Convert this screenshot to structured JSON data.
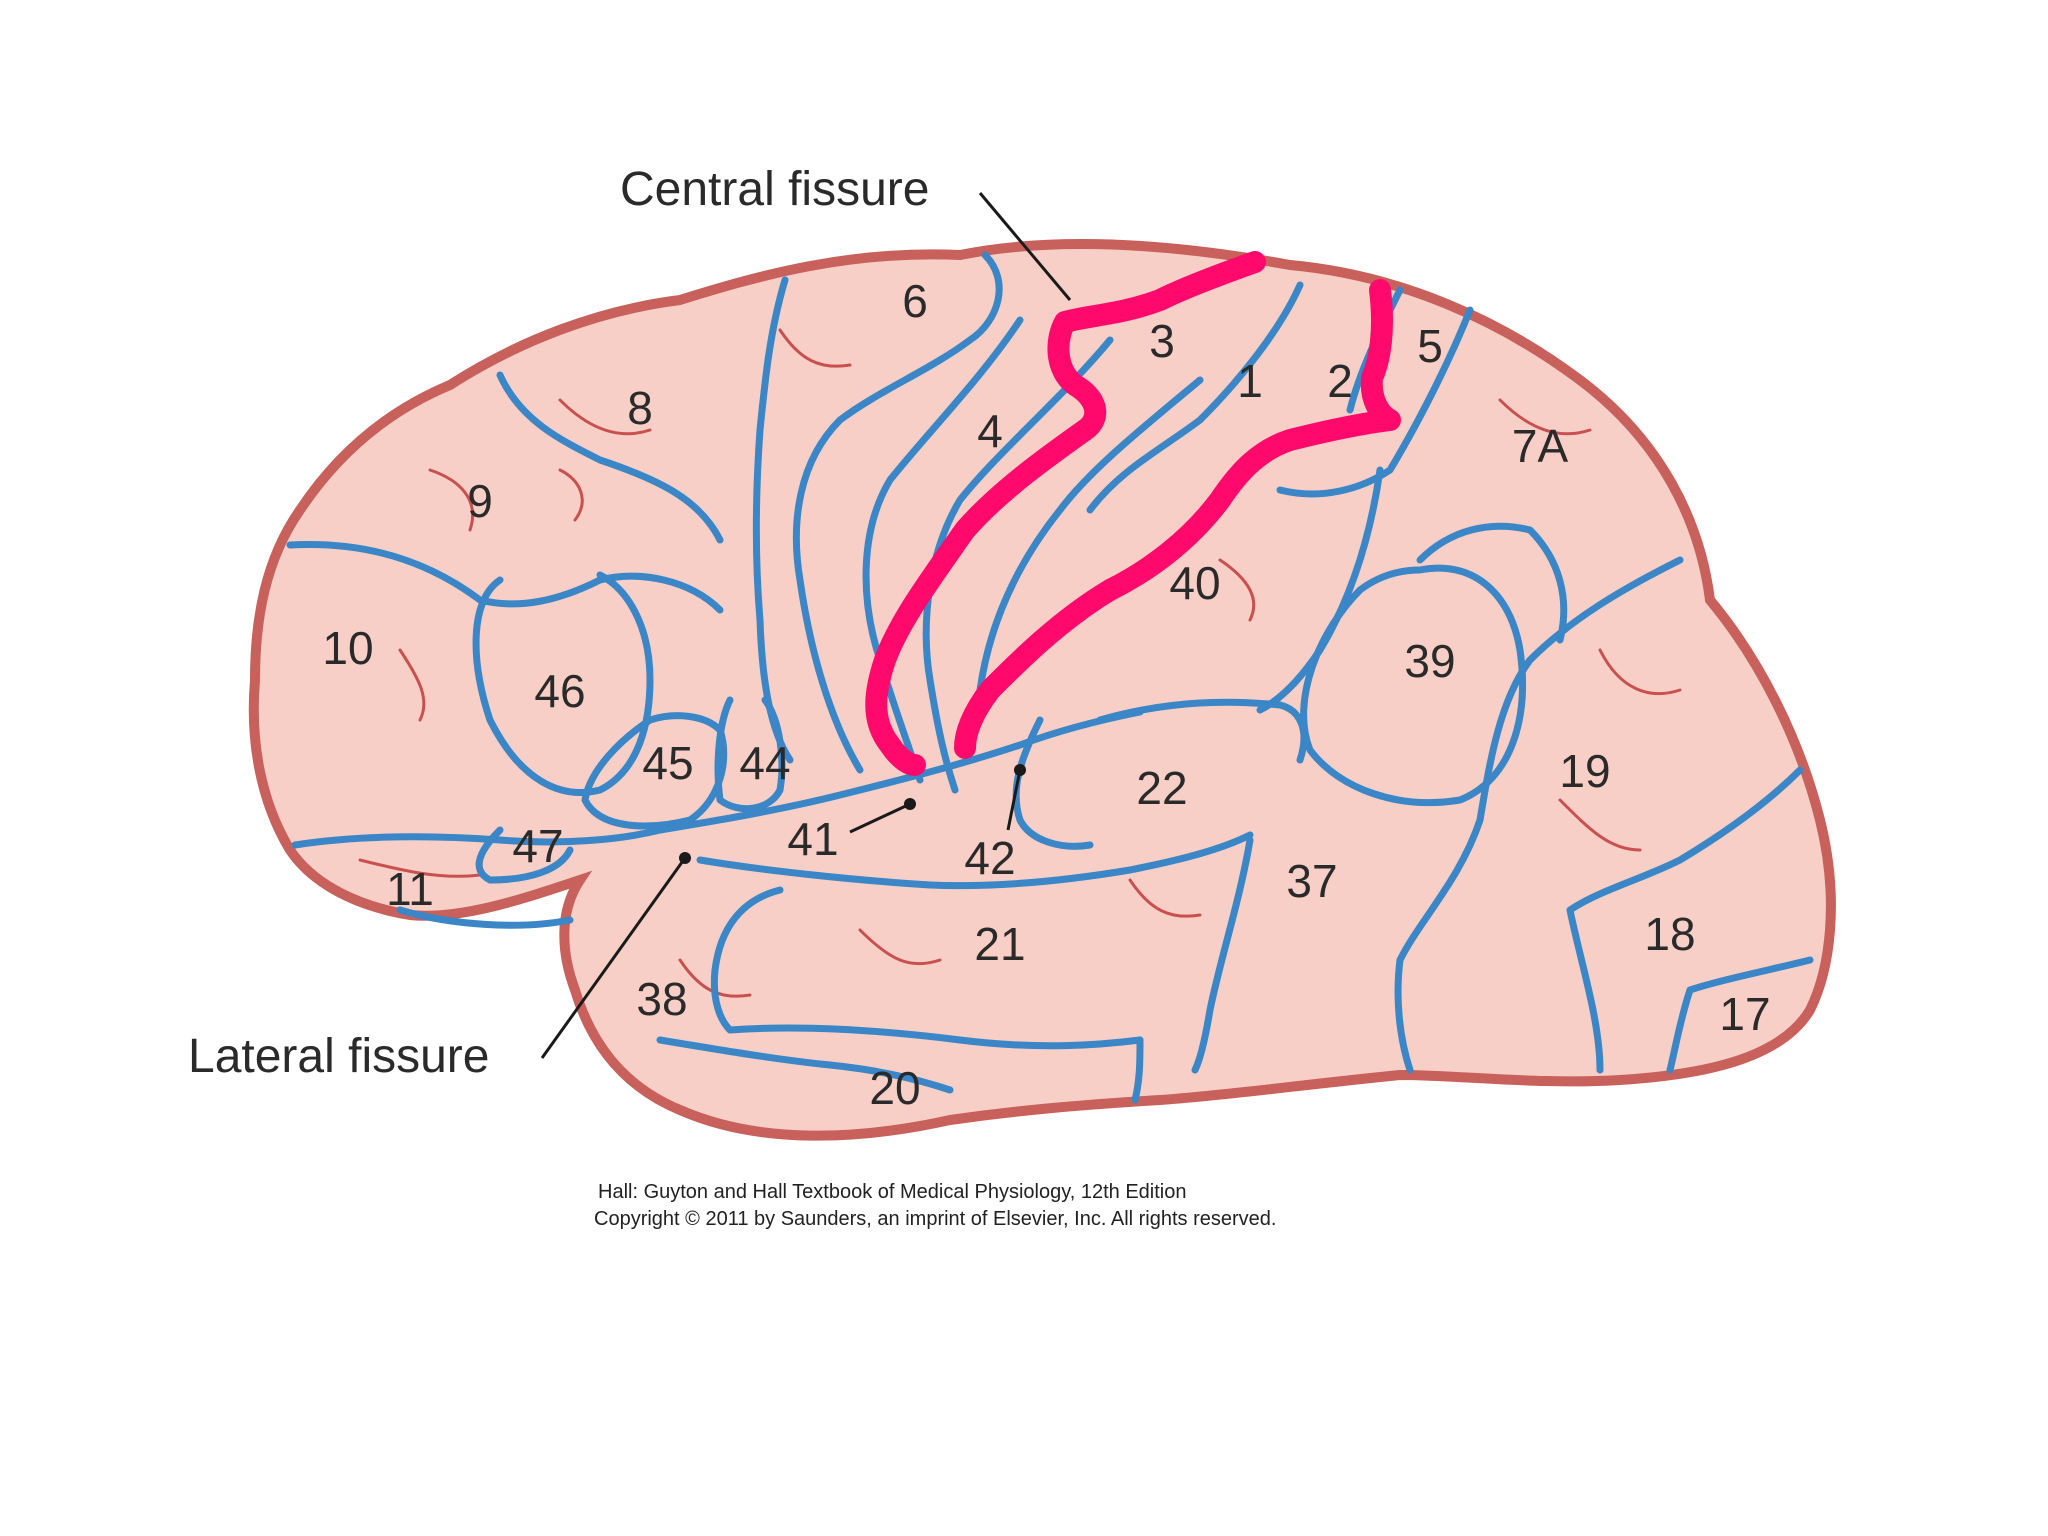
{
  "diagram": {
    "callouts": {
      "central": "Central fissure",
      "lateral": "Lateral fissure"
    },
    "areas": {
      "a1": "1",
      "a2": "2",
      "a3": "3",
      "a4": "4",
      "a5": "5",
      "a6": "6",
      "a7a": "7A",
      "a8": "8",
      "a9": "9",
      "a10": "10",
      "a11": "11",
      "a17": "17",
      "a18": "18",
      "a19": "19",
      "a20": "20",
      "a21": "21",
      "a22": "22",
      "a37": "37",
      "a38": "38",
      "a39": "39",
      "a40": "40",
      "a41": "41",
      "a42": "42",
      "a44": "44",
      "a45": "45",
      "a46": "46",
      "a47": "47"
    },
    "credit": {
      "line1": "Hall: Guyton and Hall Textbook of Medical Physiology, 12th Edition",
      "line2": "Copyright © 2011 by Saunders, an imprint of Elsevier, Inc. All rights reserved."
    },
    "colors": {
      "brain_fill": "#f7cfc6",
      "brain_outline": "#c8605c",
      "sulcus": "#3a86c6",
      "highlight": "#ff0a6c"
    }
  }
}
